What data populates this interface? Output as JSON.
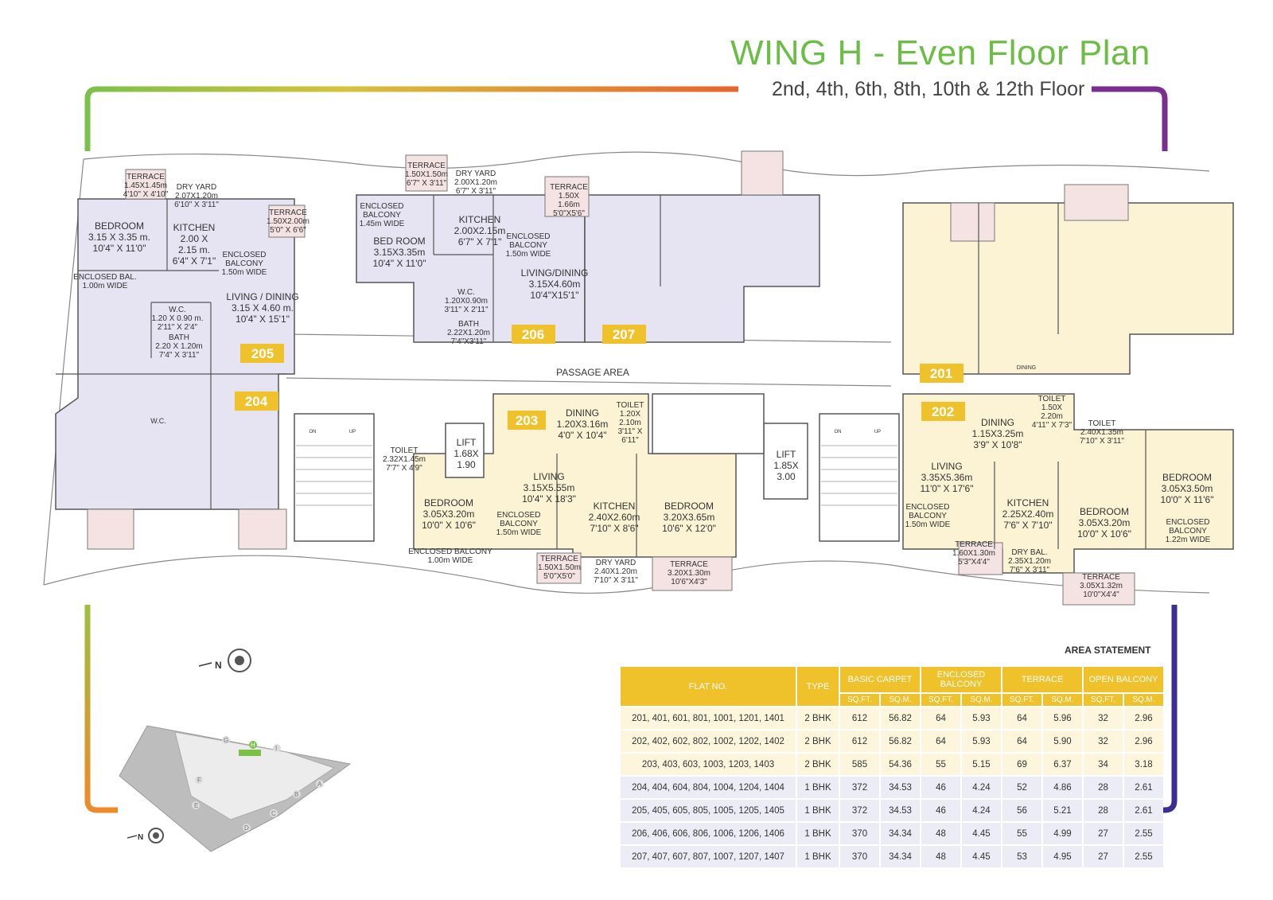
{
  "header": {
    "title": "WING H -  Even Floor Plan",
    "subtitle": "2nd, 4th, 6th, 8th, 10th & 12th Floor"
  },
  "colors": {
    "title": "#6cbd45",
    "table_header": "#efc12b",
    "unit_badge": "#efc12b",
    "purple_units": "#e6e4f3",
    "yellow_units": "#fbf3d3",
    "terrace": "#f5e3e3"
  },
  "units": {
    "u201": "201",
    "u202": "202",
    "u203": "203",
    "u204": "204",
    "u205": "205",
    "u206": "206",
    "u207": "207"
  },
  "rooms": {
    "r205_terrace": [
      "TERRACE",
      "1.45X1.45m",
      "4'10\" X 4'10\""
    ],
    "r205_dryyard": [
      "DRY YARD",
      "2.07X1.20m",
      "6'10\" X 3'11\""
    ],
    "r205_terrace2": [
      "TERRACE",
      "1.50X2.00m",
      "5'0\" X 6'6\""
    ],
    "r205_bedroom": [
      "BEDROOM",
      "3.15 X 3.35 m.",
      "10'4\" X 11'0\""
    ],
    "r205_kitchen": [
      "KITCHEN",
      "2.00 X",
      "2.15 m.",
      "6'4\" X 7'1\""
    ],
    "r205_encbal": [
      "ENCLOSED",
      "BALCONY",
      "1.50m WIDE"
    ],
    "r205_encbal2": [
      "ENCLOSED BAL.",
      "1.00m WIDE"
    ],
    "r205_living": [
      "LIVING / DINING",
      "3.15 X 4.60 m.",
      "10'4\" X 15'1\""
    ],
    "r205_wc": [
      "W.C.",
      "1.20 X 0.90 m.",
      "2'11\" X 2'4\""
    ],
    "r205_bath": [
      "BATH",
      "2.20 X 1.20m",
      "7'4\" X 3'11\""
    ],
    "r204_wc": [
      "W.C."
    ],
    "r206_encbal": [
      "ENCLOSED",
      "BALCONY",
      "1.45m WIDE"
    ],
    "r206_terrace": [
      "TERRACE",
      "1.50X1.50m",
      "6'7\" X 3'11\""
    ],
    "r206_dryyard": [
      "DRY YARD",
      "2.00X1.20m",
      "6'7\" X 3'11\""
    ],
    "r206_bedroom": [
      "BED ROOM",
      "3.15X3.35m",
      "10'4\" X 11'0\""
    ],
    "r206_kitchen": [
      "KITCHEN",
      "2.00X2.15m",
      "6'7\" X 7'1\""
    ],
    "r206_encbal2": [
      "ENCLOSED",
      "BALCONY",
      "1.50m WIDE"
    ],
    "r206_terrace2": [
      "TERRACE",
      "1.50X",
      "1.66m",
      "5'0\"X5'6\""
    ],
    "r206_living": [
      "LIVING/DINING",
      "3.15X4.60m",
      "10'4\"X15'1\""
    ],
    "r206_wc": [
      "W.C.",
      "1.20X0.90m",
      "3'11\" X 2'11\""
    ],
    "r206_bath": [
      "BATH",
      "2.22X1.20m",
      "7'4\"X3'11\""
    ],
    "passage": "PASSAGE AREA",
    "r203_dining": [
      "DINING",
      "1.20X3.16m",
      "4'0\" X 10'4\""
    ],
    "r203_toilet": [
      "TOILET",
      "1.20X",
      "2.10m",
      "3'11\" X",
      "6'11\""
    ],
    "r203_toilet2": [
      "TOILET",
      "2.32X1.45m",
      "7'7\" X 4'9\""
    ],
    "lift1": [
      "LIFT",
      "1.68X",
      "1.90"
    ],
    "r203_living": [
      "LIVING",
      "3.15X5.55m",
      "10'4\" X 18'3\""
    ],
    "r203_bedroom": [
      "BEDROOM",
      "3.05X3.20m",
      "10'0\" X 10'6\""
    ],
    "r203_encbal": [
      "ENCLOSED",
      "BALCONY",
      "1.50m WIDE"
    ],
    "r203_kitchen": [
      "KITCHEN",
      "2.40X2.60m",
      "7'10\" X 8'6\""
    ],
    "r203_bedroom2": [
      "BEDROOM",
      "3.20X3.65m",
      "10'6\" X 12'0\""
    ],
    "r203_encbal2": [
      "ENCLOSED BALCONY",
      "1.00m WIDE"
    ],
    "r203_terrace": [
      "TERRACE",
      "1.50X1.50m",
      "5'0\"X5'0\""
    ],
    "r203_dryyard": [
      "DRY YARD",
      "2.40X1.20m",
      "7'10\" X 3'11\""
    ],
    "r203_terrace2": [
      "TERRACE",
      "3.20X1.30m",
      "10'6\"X4'3\""
    ],
    "lift2": [
      "LIFT",
      "1.85X",
      "3.00"
    ],
    "r201_dining": "DINING",
    "r202_dining": [
      "DINING",
      "1.15X3.25m",
      "3'9\" X 10'8\""
    ],
    "r202_toilet": [
      "TOILET",
      "1.50X",
      "2.20m",
      "4'11\" X 7'3\""
    ],
    "r202_toilet2": [
      "TOILET",
      "2.40X1.35m",
      "7'10\" X 3'11\""
    ],
    "r202_living": [
      "LIVING",
      "3.35X5.36m",
      "11'0\" X 17'6\""
    ],
    "r202_encbal": [
      "ENCLOSED",
      "BALCONY",
      "1.50m WIDE"
    ],
    "r202_kitchen": [
      "KITCHEN",
      "2.25X2.40m",
      "7'6\" X 7'10\""
    ],
    "r202_bedroom": [
      "BEDROOM",
      "3.05X3.20m",
      "10'0\" X 10'6\""
    ],
    "r202_bedroom2": [
      "BEDROOM",
      "3.05X3.50m",
      "10'0\" X 11'6\""
    ],
    "r202_encbal2": [
      "ENCLOSED",
      "BALCONY",
      "1.22m WIDE"
    ],
    "r202_terrace": [
      "TERRACE",
      "1.60X1.30m",
      "5'3\"X4'4\""
    ],
    "r202_drybal": [
      "DRY BAL.",
      "2.35X1.20m",
      "7'6\" X 3'11\""
    ],
    "r202_terrace2": [
      "TERRACE",
      "3.05X1.32m",
      "10'0\"X4'4\""
    ],
    "stair_on": "ON",
    "stair_up": "UP"
  },
  "compass": {
    "label": "N"
  },
  "key_plan": {
    "wing_letters": [
      "G",
      "H",
      "I",
      "F",
      "E",
      "D",
      "C",
      "B",
      "A"
    ],
    "north_label": "N"
  },
  "area_statement": {
    "title": "AREA STATEMENT",
    "headers": {
      "flat_no": "FLAT NO.",
      "type": "TYPE",
      "basic_carpet": "BASIC CARPET",
      "enclosed_balcony": "ENCLOSED BALCONY",
      "terrace": "TERRACE",
      "open_balcony": "OPEN BALCONY",
      "sqft": "SQ.FT.",
      "sqm": "SQ.M."
    },
    "rows": [
      [
        "201, 401, 601, 801, 1001, 1201, 1401",
        "2 BHK",
        "612",
        "56.82",
        "64",
        "5.93",
        "64",
        "5.96",
        "32",
        "2.96"
      ],
      [
        "202, 402, 602, 802, 1002, 1202, 1402",
        "2 BHK",
        "612",
        "56.82",
        "64",
        "5.93",
        "64",
        "5.90",
        "32",
        "2.96"
      ],
      [
        "203, 403, 603, 1003, 1203, 1403",
        "2 BHK",
        "585",
        "54.36",
        "55",
        "5.15",
        "69",
        "6.37",
        "34",
        "3.18"
      ],
      [
        "204, 404, 604, 804, 1004, 1204, 1404",
        "1 BHK",
        "372",
        "34.53",
        "46",
        "4.24",
        "52",
        "4.86",
        "28",
        "2.61"
      ],
      [
        "205, 405, 605, 805, 1005, 1205, 1405",
        "1 BHK",
        "372",
        "34.53",
        "46",
        "4.24",
        "56",
        "5.21",
        "28",
        "2.61"
      ],
      [
        "206, 406, 606, 806, 1006, 1206, 1406",
        "1 BHK",
        "370",
        "34.34",
        "48",
        "4.45",
        "55",
        "4.99",
        "27",
        "2.55"
      ],
      [
        "207, 407, 607, 807, 1007, 1207, 1407",
        "1 BHK",
        "370",
        "34.34",
        "48",
        "4.45",
        "53",
        "4.95",
        "27",
        "2.55"
      ]
    ]
  }
}
